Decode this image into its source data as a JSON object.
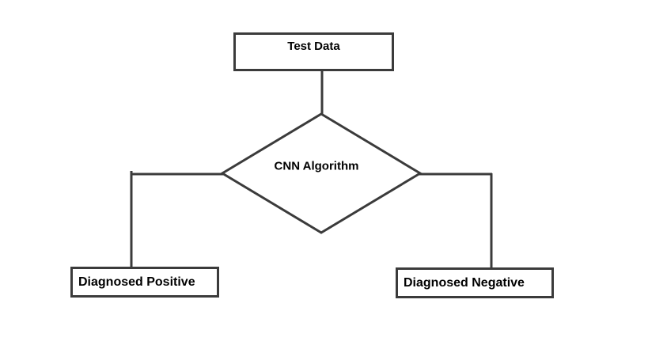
{
  "diagram": {
    "type": "flowchart",
    "background_color": "#ffffff",
    "line_color": "#3b3b3b",
    "text_color": "#000000",
    "nodes": {
      "test_data": {
        "label": "Test Data",
        "shape": "rectangle"
      },
      "cnn_algorithm": {
        "label": "CNN Algorithm",
        "shape": "diamond"
      },
      "diagnosed_positive": {
        "label": "Diagnosed Positive",
        "shape": "rectangle"
      },
      "diagnosed_negative": {
        "label": "Diagnosed Negative",
        "shape": "rectangle"
      }
    },
    "edges": [
      {
        "from": "Test Data",
        "to": "CNN Algorithm"
      },
      {
        "from": "CNN Algorithm",
        "to": "Diagnosed Positive"
      },
      {
        "from": "CNN Algorithm",
        "to": "Diagnosed Negative"
      }
    ]
  }
}
